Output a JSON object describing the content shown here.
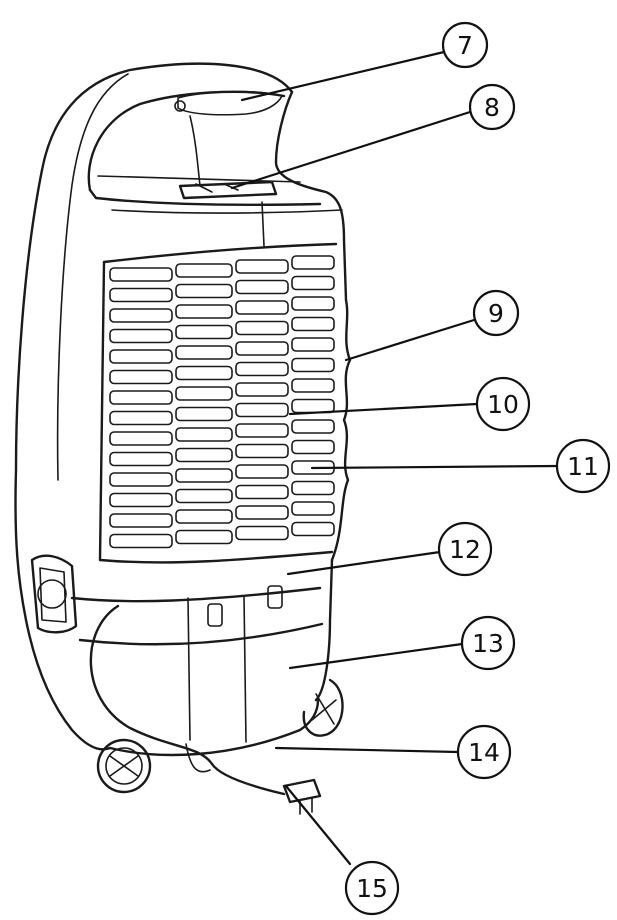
{
  "diagram": {
    "callouts": [
      {
        "id": "c7",
        "label": "7"
      },
      {
        "id": "c8",
        "label": "8"
      },
      {
        "id": "c9",
        "label": "9"
      },
      {
        "id": "c10",
        "label": "10"
      },
      {
        "id": "c11",
        "label": "11"
      },
      {
        "id": "c12",
        "label": "12"
      },
      {
        "id": "c13",
        "label": "13"
      },
      {
        "id": "c14",
        "label": "14"
      },
      {
        "id": "c15",
        "label": "15"
      }
    ]
  }
}
